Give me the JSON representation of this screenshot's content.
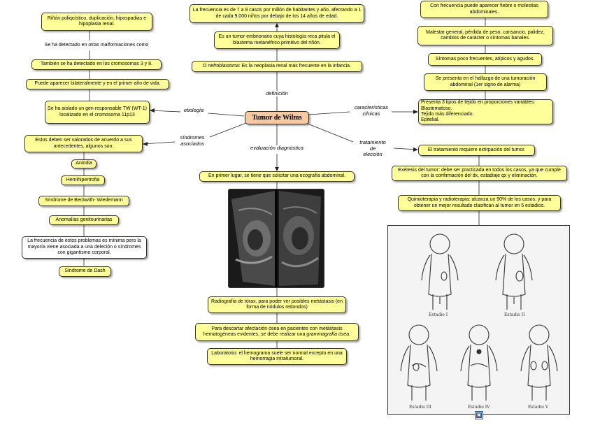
{
  "center": "Tumor de Wilms",
  "links": {
    "definicion": "definición",
    "etiologia": "etiología",
    "sindromes": "síndromes\nasociados",
    "evaluacion": "evaluación diagnóstica",
    "caracteristicas": "características\nclínicas",
    "tratamiento": "tratamiento\nde\nelección"
  },
  "definicion": {
    "n1": "La frecuencia es de 7 a 8 casos por millón de habitantes y año, afectando a 1 de cada 9.000 niños por debajo de los 14 años de edad.",
    "n2": "Es un tumor embrionario cuya histología reca pitula el blastema metanéfrico primitivo del riñón.",
    "n3_em": "nefroblastoma",
    "n3_pre": "O ",
    "n3_post": ": Es la neoplasia renal más frecuente en la infancia."
  },
  "etiologia": {
    "n1": "Riñón poliquístico, duplicación, hipospadias e hipoplasia renal.",
    "n2": "Se ha detectado en otras malformaciones como",
    "n3": "También se ha detectado en los cromosomas 3 y 8.",
    "n4": "Puede aparecer bilateralmente y en el primer año de vida.",
    "n5": "Se ha aislado un gen responsable TW (WT-1) localizado en el cromosoma 11p13"
  },
  "sindromes": {
    "intro": "Estos deben ser valorados de acuerdo a sus antecedentes, algunos son:",
    "items": [
      "Aniridia",
      "Hemihipertrofia",
      "Síndrome de Beckwith- Wiedemann",
      "Anomalías genitourinarias"
    ],
    "note": "La frecuencia de estos problemas es mínima pero la mayoría viene asociada a una deleción o síndromes con gigantismo corporal.",
    "last": "Síndrome de Dash"
  },
  "evaluacion": {
    "n1": "En primer lugar, se tiene que solicitar una ecografía abdominal.",
    "n2": "Radiografía de tórax, para poder ver posibles metástasis (en forma de nódulos redondos)",
    "n3_pre": "Para descartar afectación ósea en pacientes con metástasis hematogéneas evidentes, se debe realizar una ",
    "n3_em": "grammagrafía ósea",
    "n3_post": ".",
    "n4": "Laboratorio: el hemograma suele ser normal excepto en una hemorragia intratumoral."
  },
  "caracteristicas": {
    "n1": "Con frecuencia puede aparecer fiebre o molestias abdominales.",
    "n2": "Malestar general, pérdida de peso, cansancio, palidez, cambios de carácter o síntomas banales.",
    "n3": "Síntomas poco frecuentes, atípicos y agudos.",
    "n4": "Se presenta en el hallazgo de una tumoración abdominal (1er signo de alarma)",
    "n5": [
      "Presenta 3 tipos de tejido en proporciones variables:",
      "Blastematoso.",
      "Tejido más diferenciado.",
      "Epitelial."
    ]
  },
  "tratamiento": {
    "n1": "El tratamiento requiere extirpación del tumor.",
    "n2": "Exéresis del tumor: debe ser practicada en todos los casos, ya que cumple con la confirmación del dx, estadiaje qx y eliminación.",
    "n3": "Quimioterapia y radioterapia: alcanza un 90% de los casos, y para obtener un mejor resultado clasifican al tumor en 5 estadios."
  },
  "estadios": [
    "Estadio I",
    "Estadio II",
    "Estadio III",
    "Estadio IV",
    "Estadio V"
  ],
  "icons": {
    "resource_badge": "resource-icon"
  },
  "colors": {
    "node": "#ffff99",
    "center": "#f8c8a0",
    "white": "#ffffff"
  }
}
